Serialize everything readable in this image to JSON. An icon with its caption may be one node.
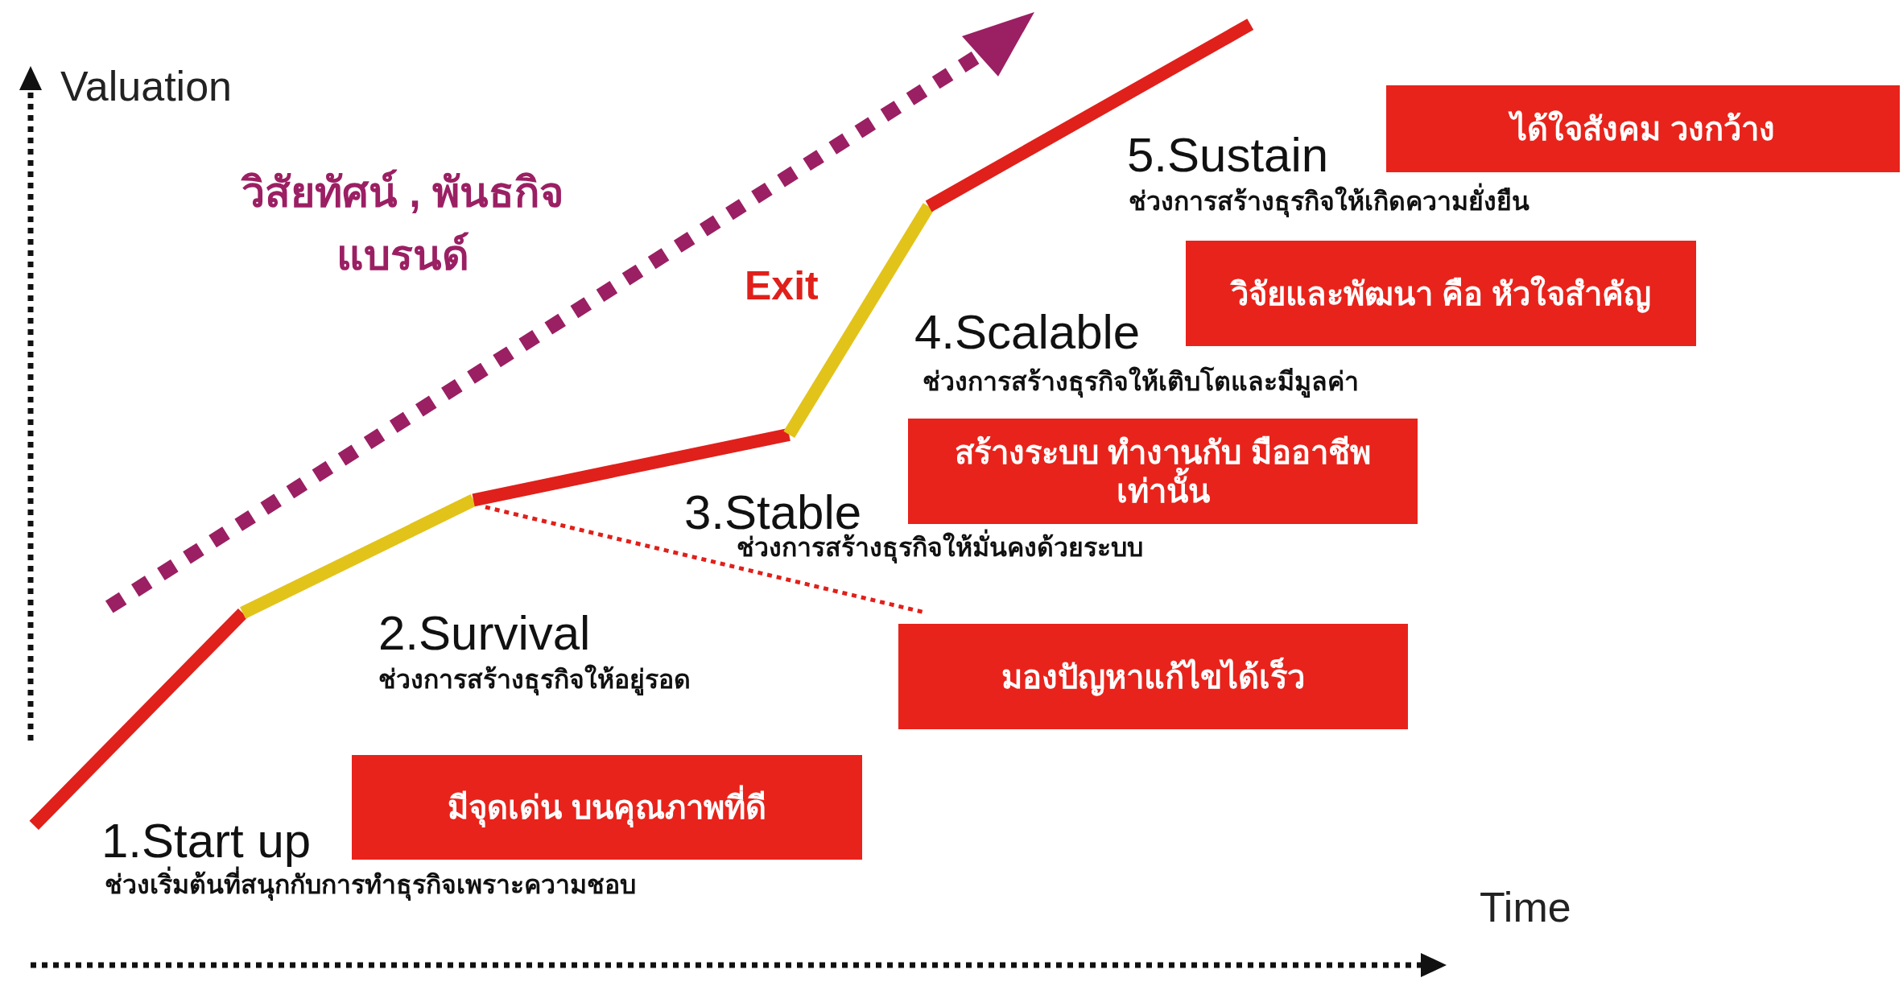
{
  "diagram": {
    "nodes": [
      {
        "text": [
          "มีจุดเด่น บนคุณภาพที่ดี"
        ]
      },
      {
        "text": [
          "มองปัญหาแก้ไขได้เร็ว"
        ]
      },
      {
        "text": [
          "สร้างระบบ ทำงานกับ มืออาชีพเท่านั้น"
        ]
      },
      {
        "text": [
          "วิจัยและพัฒนา คือ หัวใจสำคัญ"
        ]
      },
      {
        "text": [
          "ได้ใจสังคม วงกว้าง"
        ]
      }
    ],
    "labels": [
      "Valuation",
      "วิสัยทัศน์ , พันธกิจแบรนด์",
      "Exit",
      "5.Sustain",
      "ช่วงการสร้างธุรกิจให้เกิดความยั่งยืน",
      "4.Scalable",
      "ช่วงการสร้างธุรกิจให้เติบโตและมีมูลค่า",
      "3.Stable",
      "ช่วงการสร้างธุรกิจให้มั่นคงด้วยระบบ",
      "2.Survival",
      "ช่วงการสร้างธุรกิจให้อยู่รอด",
      "1.Start up",
      "ช่วงเริ่มต้นที่สนุกกับการทำธุรกิจเพราะความชอบ",
      "Time"
    ]
  }
}
